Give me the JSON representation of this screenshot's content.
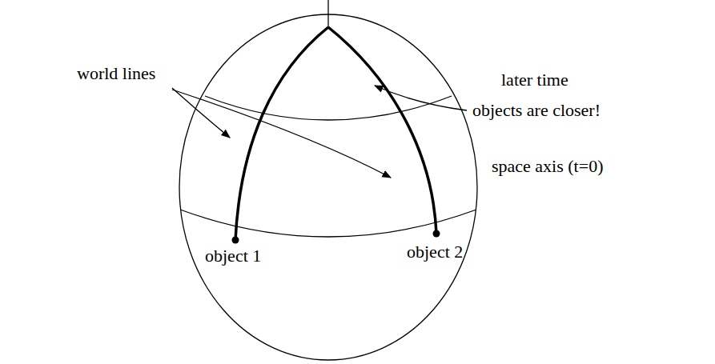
{
  "diagram": {
    "labels": [
      "world lines",
      "later time",
      "objects are closer!",
      "space axis (t=0)",
      "object 1",
      "object 2"
    ]
  }
}
